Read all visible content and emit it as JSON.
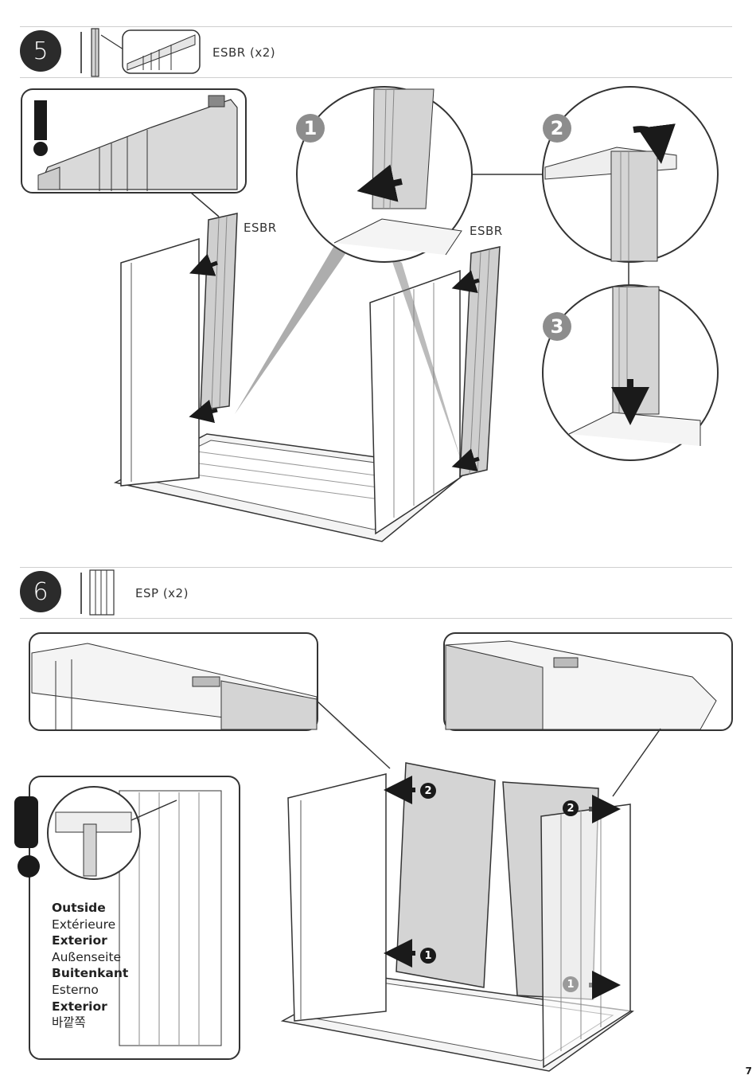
{
  "steps": [
    {
      "number": "5",
      "part_code": "ESBR",
      "part_qty": "(x2)"
    },
    {
      "number": "6",
      "part_code": "ESP",
      "part_qty": "(x2)"
    }
  ],
  "step5": {
    "callouts": [
      "ESBR",
      "ESBR"
    ],
    "detail_numbers": [
      "1",
      "2",
      "3"
    ]
  },
  "step6": {
    "arrow_labels": [
      "2",
      "1",
      "2",
      "1"
    ]
  },
  "notice_texts": [
    {
      "text": "Outside",
      "bold": true
    },
    {
      "text": "Extérieure",
      "bold": false
    },
    {
      "text": "Exterior",
      "bold": true
    },
    {
      "text": "Außenseite",
      "bold": false
    },
    {
      "text": "Buitenkant",
      "bold": true
    },
    {
      "text": "Esterno",
      "bold": false
    },
    {
      "text": "Exterior",
      "bold": true
    },
    {
      "text": "바깥쪽",
      "bold": false
    }
  ],
  "page_number": "7",
  "icons": [
    "warning-exclamation-icon",
    "push-arrow-icon",
    "rotate-arrow-icon"
  ],
  "colors": {
    "panel_gray": "#d4d4d4",
    "dark": "#2b2b2b",
    "badge_gray": "#8d8d8d",
    "arrow": "#1a1a1a"
  }
}
